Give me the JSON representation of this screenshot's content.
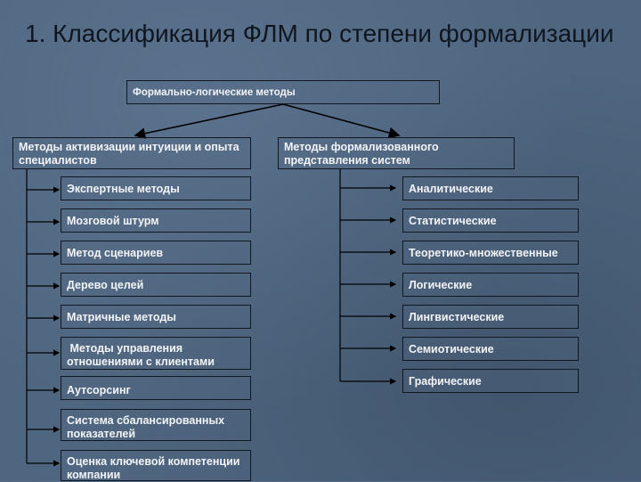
{
  "title": "1. Классификация ФЛМ  по степени формализации",
  "root": "Формально-логические методы",
  "left_branch": {
    "label": "Методы активизации интуиции и опыта специалистов",
    "items": [
      "Экспертные методы",
      "Мозговой штурм",
      "Метод сценариев",
      "Дерево целей",
      "Матричные методы",
      " Методы управления отношениями с клиентами",
      "Аутсорсинг",
      "Система сбалансированных показателей",
      "Оценка ключевой компетенции компании"
    ]
  },
  "right_branch": {
    "label": "Методы формализованного представления систем",
    "items": [
      "Аналитические",
      "Статистические",
      "Теоретико-множественные",
      "Логические",
      "Лингвистические",
      "Семиотические",
      "Графические"
    ]
  }
}
